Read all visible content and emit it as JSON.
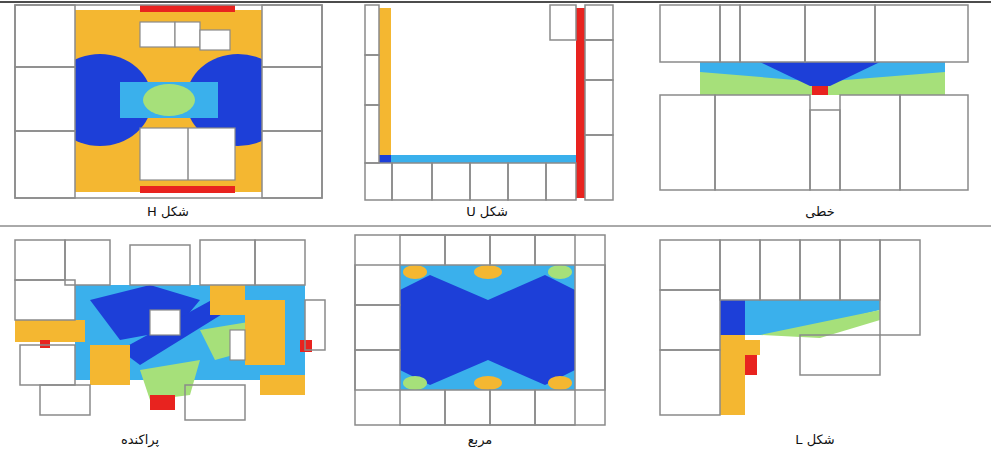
{
  "diagram": {
    "labels": [
      "خطی",
      "شکل U",
      "شکل H",
      "شکل L",
      "مربع",
      "پراکنده"
    ]
  }
}
